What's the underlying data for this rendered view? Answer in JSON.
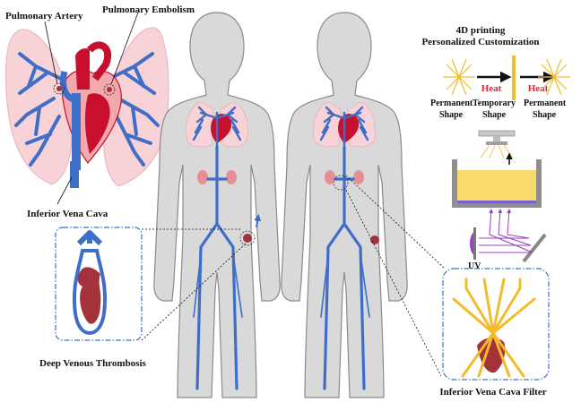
{
  "labels": {
    "pulmonary_artery": "Pulmonary Artery",
    "pulmonary_embolism": "Pulmonary Embolism",
    "inferior_vena_cava": "Inferior Vena Cava",
    "deep_venous_thrombosis": "Deep Venous Thrombosis",
    "printing_title_1": "4D printing",
    "printing_title_2": "Personalized Customization",
    "heat_1": "Heat",
    "heat_2": "Heat",
    "permanent_shape_1a": "Permanent",
    "permanent_shape_1b": "Shape",
    "temporary_shape_a": "Temporary",
    "temporary_shape_b": "Shape",
    "permanent_shape_2a": "Permanent",
    "permanent_shape_2b": "Shape",
    "uv": "UV",
    "ivc_filter": "Inferior Vena Cava Filter"
  },
  "colors": {
    "vein_blue": "#3f6ec9",
    "clot_red": "#a3323a",
    "heart_red": "#c8102e",
    "lung_pink": "#f7d3d8",
    "body_gray": "#d9d9d9",
    "filter_yellow": "#f2bb2a",
    "resin_yellow": "#f9da6a",
    "uv_purple": "#9b3fc4",
    "heat_red": "#e8262b"
  }
}
